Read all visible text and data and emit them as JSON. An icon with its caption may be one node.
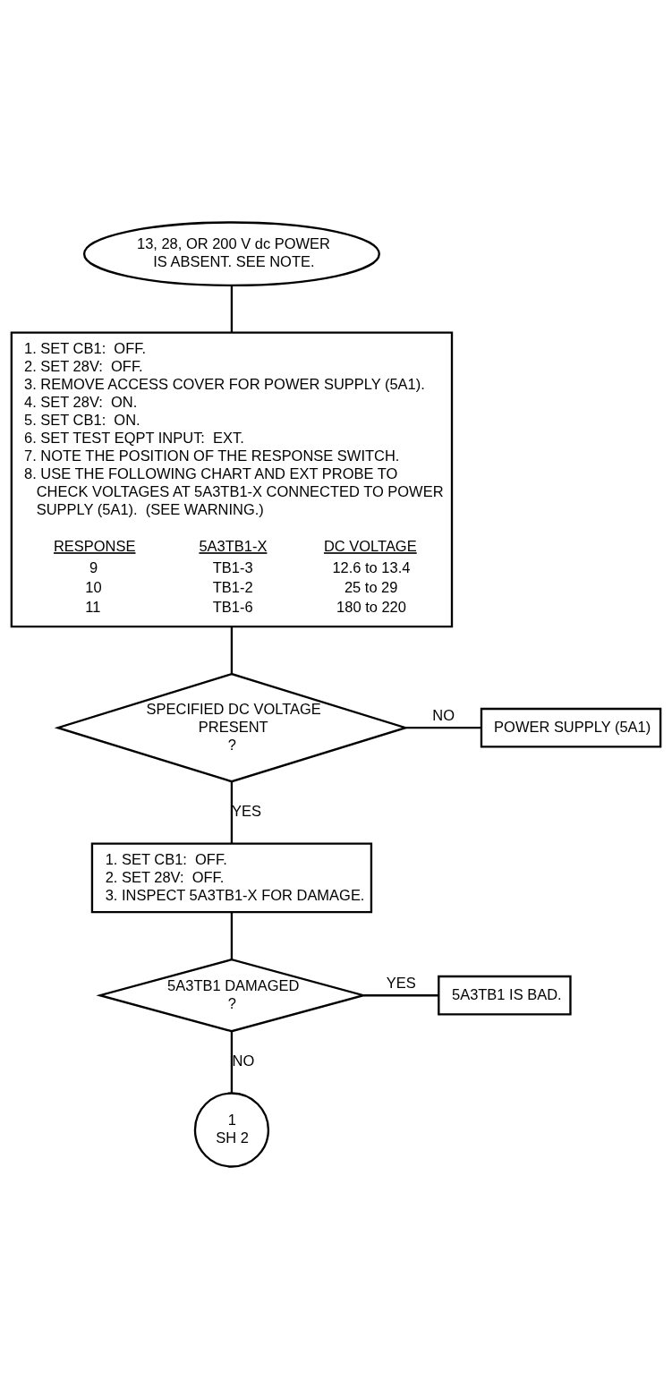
{
  "diagram": {
    "nodes": [
      {
        "text": [
          "13, 28, OR 200 V dc POWER IS ABSENT. SEE NOTE."
        ]
      },
      {
        "text": [
          "1. SET CB1:  OFF.",
          "2. SET 28V:  OFF.",
          "3. REMOVE ACCESS COVER FOR POWER SUPPLY (5A1).",
          "4. SET 28V:  ON.",
          "5. SET CB1:  ON.",
          "6. SET TEST EQPT INPUT:  EXT.",
          "7. NOTE THE POSITION OF THE RESPONSE SWITCH.",
          "8. USE THE FOLLOWING CHART AND EXT PROBE TO CHECK VOLTAGES AT 5A3TB1-X CONNECTED TO POWER SUPPLY (5A1).  (SEE WARNING.)",
          "RESPONSE",
          "5A3TB1-X",
          "DC VOLTAGE",
          "9",
          "TB1-3",
          "12.6 to 13.4",
          "10",
          "TB1-2",
          "25 to 29",
          "11",
          "TB1-6",
          "180 to 220"
        ]
      },
      {
        "text": [
          "SPECIFIED DC VOLTAGE PRESENT",
          "?"
        ]
      },
      {
        "text": [
          "POWER SUPPLY (5A1)"
        ]
      },
      {
        "text": [
          "1. SET CB1:  OFF.",
          "2. SET 28V:  OFF.",
          "3. INSPECT 5A3TB1-X FOR DAMAGE."
        ]
      },
      {
        "text": [
          "5A3TB1 DAMAGED",
          "?"
        ]
      },
      {
        "text": [
          "5A3TB1 IS BAD."
        ]
      },
      {
        "text": [
          "1",
          "SH 2"
        ]
      }
    ],
    "edges": [
      {
        "from": 0,
        "to": 1,
        "arrow": "none"
      },
      {
        "from": 1,
        "to": 2,
        "arrow": "none"
      },
      {
        "from": 2,
        "to": 3,
        "label": "NO",
        "arrow": "none"
      },
      {
        "from": 2,
        "to": 4,
        "label": "YES",
        "arrow": "none"
      },
      {
        "from": 4,
        "to": 5,
        "arrow": "none"
      },
      {
        "from": 5,
        "to": 6,
        "label": "YES",
        "arrow": "none"
      },
      {
        "from": 5,
        "to": 7,
        "label": "NO",
        "arrow": "none"
      }
    ]
  }
}
